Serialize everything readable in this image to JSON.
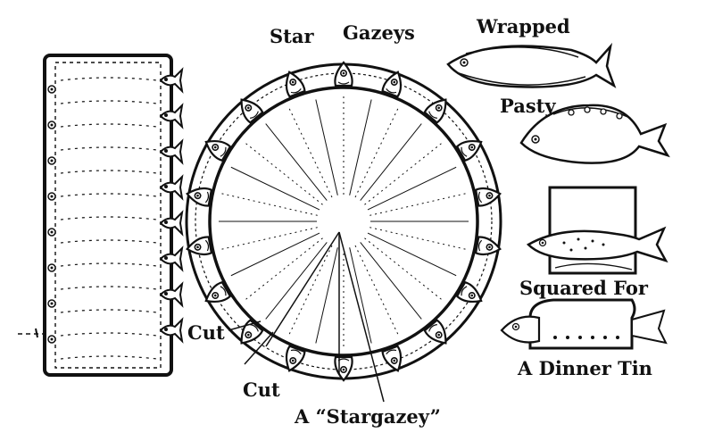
{
  "labels": {
    "star": "Star",
    "gazeys": "Gazeys",
    "wrapped": "Wrapped",
    "pasty": "Pasty",
    "squared_for": "Squared For",
    "cut_right": "Cut",
    "cut_lower": "Cut",
    "stargazey": "A “Stargazey”",
    "dinner_tin": "A Dinner Tin"
  },
  "colors": {
    "ink": "#111111",
    "paper": "#ffffff"
  },
  "icons": {
    "strip_pie": "fish-strip-pie-icon",
    "round_pie": "stargazey-round-pie-icon",
    "wrapped": "wrapped-fish-icon",
    "pasty": "fish-pasty-icon",
    "squared": "fish-on-square-pastry-icon",
    "tin": "fish-dinner-tin-icon"
  }
}
